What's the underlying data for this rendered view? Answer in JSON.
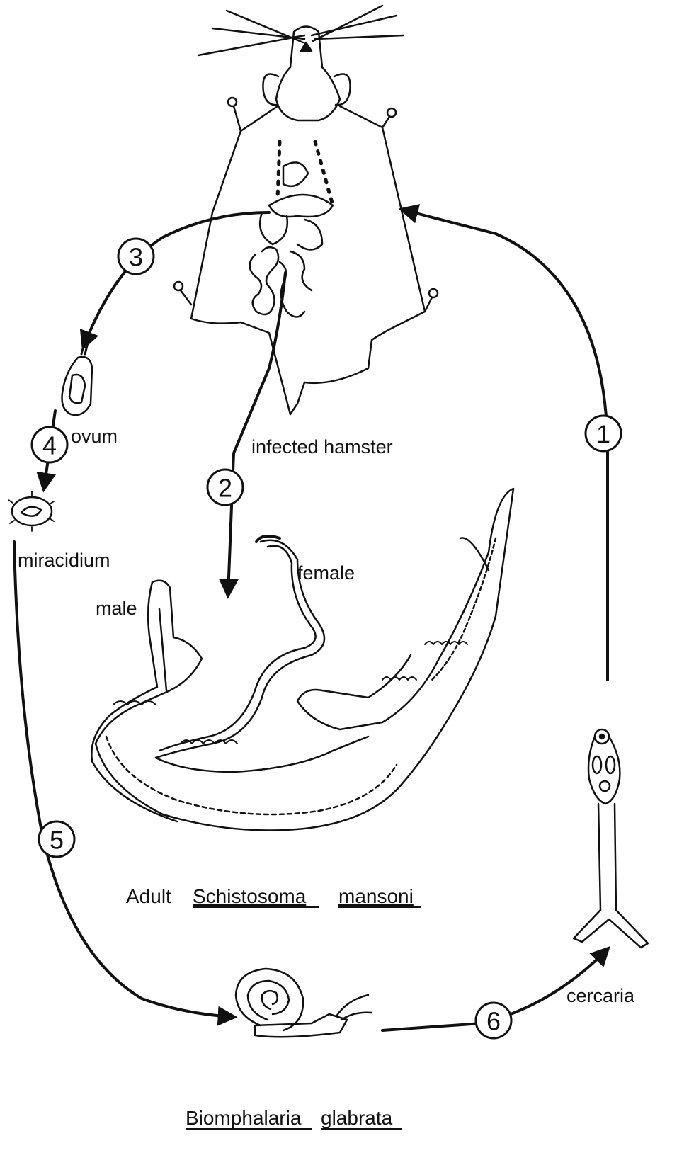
{
  "diagram": {
    "steps": [
      "1",
      "2",
      "3",
      "4",
      "5",
      "6"
    ],
    "labels": {
      "infected_hamster": "infected hamster",
      "ovum": "ovum",
      "miracidium": "miracidium",
      "female": "female",
      "male": "male",
      "cercaria": "cercaria"
    },
    "adult_title": {
      "prefix": "Adult",
      "genus": "Schistosoma",
      "species": "mansoni"
    },
    "snail_title": {
      "genus": "Biomphalaria",
      "species": "glabrata"
    }
  }
}
